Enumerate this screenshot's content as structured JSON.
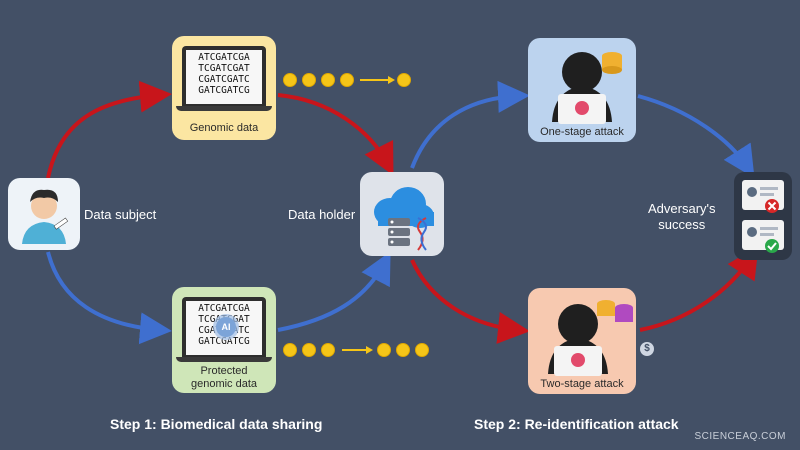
{
  "nodes": {
    "data_subject": "Data subject",
    "data_holder": "Data holder",
    "genomic": "Genomic data",
    "protected_line1": "Protected",
    "protected_line2": "genomic data",
    "one_stage": "One-stage attack",
    "two_stage": "Two-stage attack",
    "adversary_line1": "Adversary's",
    "adversary_line2": "success"
  },
  "sequences": [
    "ATCGATCGA",
    "TCGATCGAT",
    "CGATCGATC",
    "GATCGATCG"
  ],
  "protected_sequences": [
    "ATCGATCGA",
    "TC",
    "CG",
    "GATC"
  ],
  "protected_suffix": [
    "ATCGA",
    "ATCGAT",
    "ATC",
    "ATCG"
  ],
  "ai_badge": "AI",
  "steps": {
    "step1": "Step 1: Biomedical data sharing",
    "step2": "Step 2: Re-identification attack"
  },
  "watermark": "SCIENCEAQ.COM",
  "colors": {
    "background": "#435066",
    "red_arrow": "#c8151b",
    "blue_arrow": "#3f6fcf",
    "genomic_card": "#fbe6a2",
    "protected_card": "#cfe6b8",
    "one_stage_card": "#bcd3ee",
    "two_stage_card": "#f7c9b0",
    "coin": "#f5c518"
  },
  "icons": [
    "coin-icon",
    "cloud-database-icon",
    "hacker-icon",
    "skull-icon",
    "id-card-icon",
    "check-icon",
    "cross-icon",
    "dna-icon",
    "dollar-icon"
  ]
}
